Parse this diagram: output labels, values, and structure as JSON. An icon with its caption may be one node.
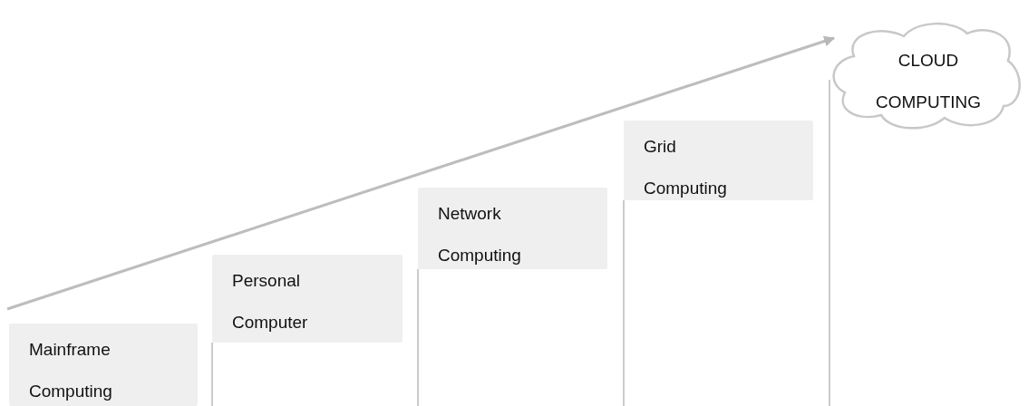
{
  "diagram": {
    "nodes": [
      {
        "text": [
          "Mainframe Computing"
        ]
      },
      {
        "text": [
          "Personal Computer"
        ]
      },
      {
        "text": [
          "Network Computing"
        ]
      },
      {
        "text": [
          "Grid Computing"
        ]
      },
      {
        "text": [
          "CLOUD COMPUTING"
        ]
      }
    ],
    "edges": [
      {
        "from": null,
        "to": 4,
        "arrow": "to"
      }
    ]
  }
}
